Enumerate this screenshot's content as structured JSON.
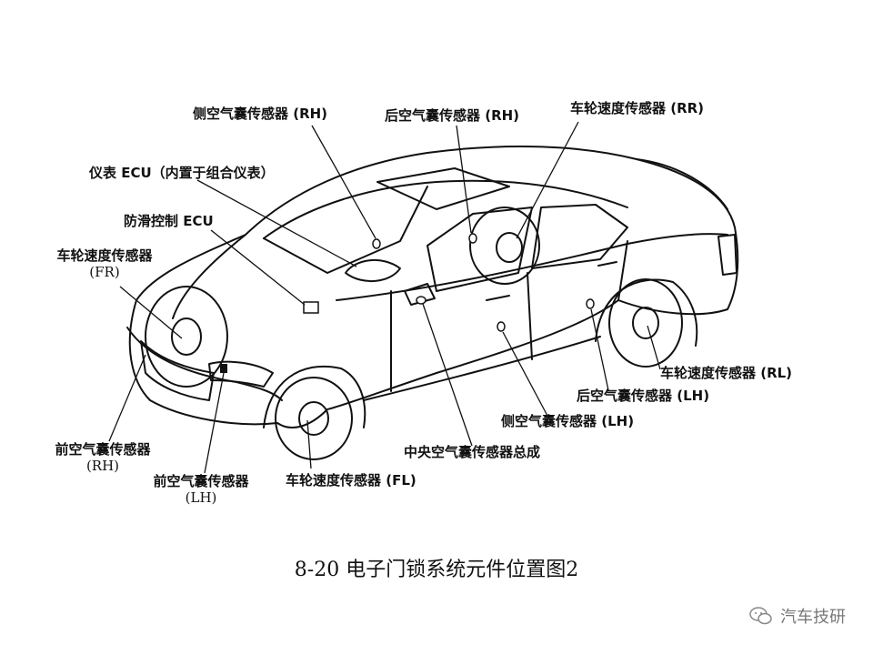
{
  "labels": {
    "side_airbag_rh": "侧空气囊传感器 (RH)",
    "rear_airbag_rh": "后空气囊传感器 (RH)",
    "wheel_speed_rr": "车轮速度传感器 (RR)",
    "meter_ecu": "仪表 ECU（内置于组合仪表）",
    "abs_ecu": "防滑控制 ECU",
    "wheel_speed_fr": "车轮速度传感器",
    "wheel_speed_fr_sub": "(FR)",
    "wheel_speed_rl": "车轮速度传感器 (RL)",
    "rear_airbag_lh": "后空气囊传感器 (LH)",
    "side_airbag_lh": "侧空气囊传感器 (LH)",
    "center_airbag_assy": "中央空气囊传感器总成",
    "front_airbag_rh": "前空气囊传感器",
    "front_airbag_rh_sub": "(RH)",
    "front_airbag_lh": "前空气囊传感器",
    "front_airbag_lh_sub": "(LH)",
    "wheel_speed_fl": "车轮速度传感器 (FL)"
  },
  "caption": "8-20 电子门锁系统元件位置图2",
  "watermark": "汽车技研",
  "watermark_icon": "wechat-icon"
}
